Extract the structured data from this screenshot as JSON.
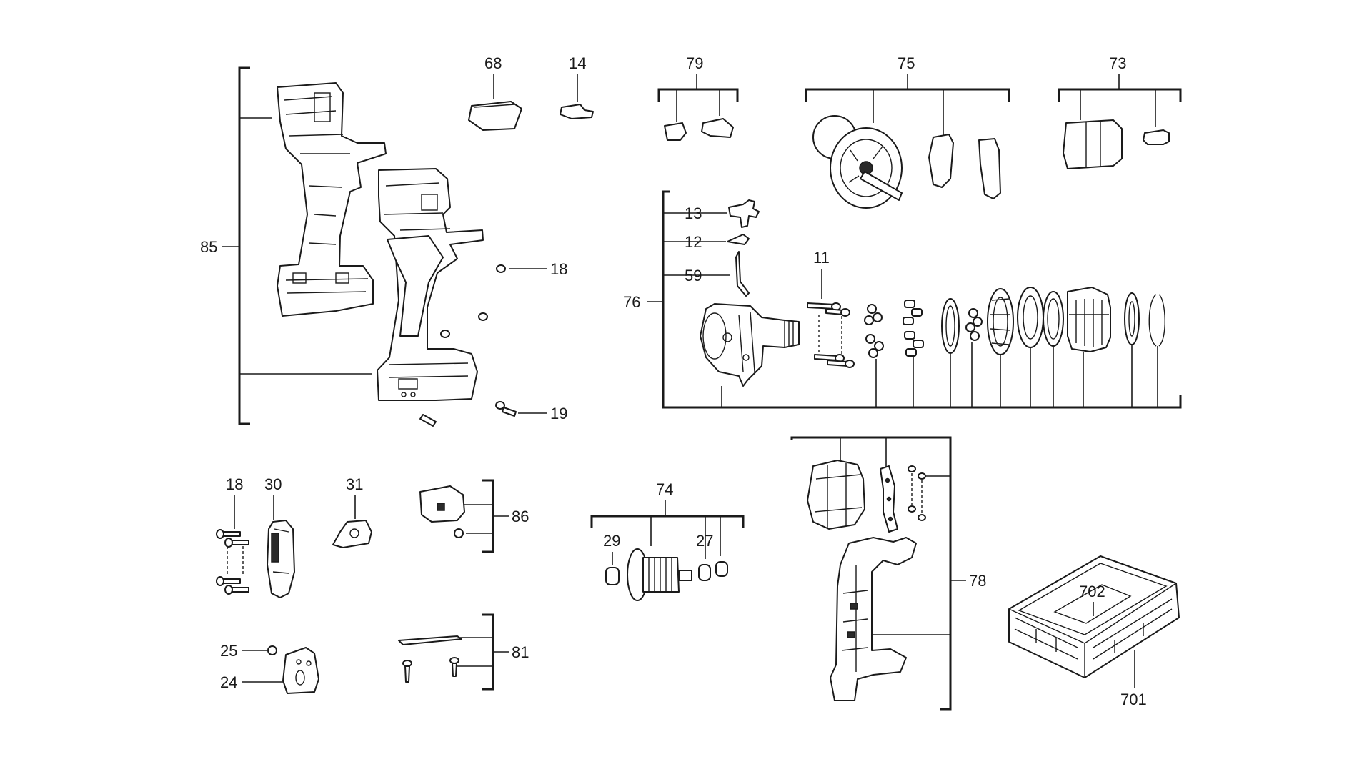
{
  "callouts": {
    "c85": "85",
    "c68": "68",
    "c14": "14",
    "c79": "79",
    "c75": "75",
    "c73": "73",
    "c18a": "18",
    "c19": "19",
    "c13": "13",
    "c12": "12",
    "c59": "59",
    "c76": "76",
    "c11": "11",
    "c18b": "18",
    "c30": "30",
    "c31": "31",
    "c86": "86",
    "c74": "74",
    "c29": "29",
    "c27": "27",
    "c78": "78",
    "c702": "702",
    "c701": "701",
    "c25": "25",
    "c24": "24",
    "c81": "81"
  }
}
